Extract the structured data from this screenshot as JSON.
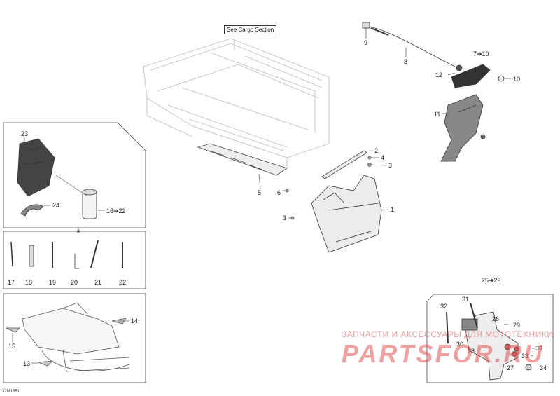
{
  "labels": {
    "p1": "1",
    "p2": "2",
    "p3a": "3",
    "p3b": "3",
    "p4": "4",
    "p5": "5",
    "p6": "6",
    "p7_10": "7➔10",
    "p8": "8",
    "p9": "9",
    "p10": "10",
    "p11": "11",
    "p12": "12",
    "p13": "13",
    "p14": "14",
    "p15": "15",
    "p16_22": "16➔22",
    "p17": "17",
    "p18": "18",
    "p19": "19",
    "p20": "20",
    "p21": "21",
    "p22": "22",
    "p23": "23",
    "p24": "24",
    "p25_29": "25➔29",
    "p26": "26",
    "p27": "27",
    "p28": "28",
    "p29": "29",
    "p30": "30",
    "p31": "31",
    "p32": "32",
    "p33a": "33",
    "p33b": "33",
    "p34": "34"
  },
  "cargo_reference": "See Cargo Section",
  "drawing_code": "37M1551",
  "watermark": {
    "line1": "ЗАПЧАСТИ И АКСЕССУАРЫ ДЛЯ МОТОТЕХНИКИ",
    "line2": "PARTSFOR.RU"
  }
}
